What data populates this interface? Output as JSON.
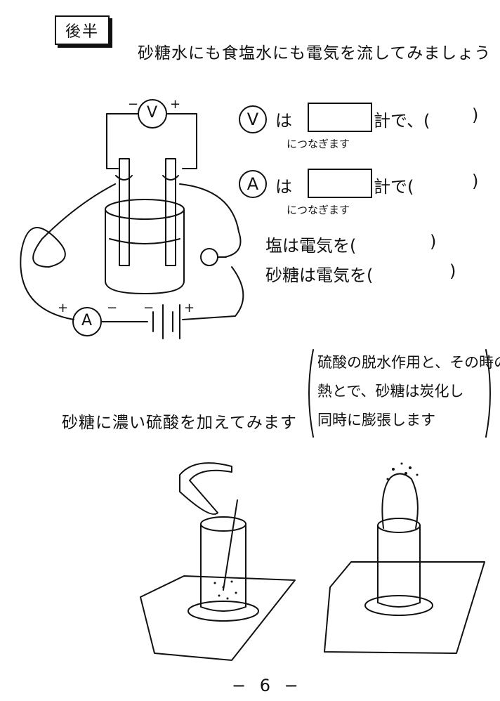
{
  "section_label": "後半",
  "title": "砂糖水にも食塩水にも電気を流してみましょう",
  "circuit": {
    "voltmeter_symbol": "V",
    "ammeter_symbol": "A",
    "minus": "−",
    "plus": "+"
  },
  "questions": [
    {
      "symbol": "V",
      "text_is": "は",
      "text_meter": "計で、(",
      "close": ")",
      "connect": "につなぎます"
    },
    {
      "symbol": "A",
      "text_is": "は",
      "text_meter": "計で(",
      "close": ")",
      "connect": "につなぎます"
    }
  ],
  "electricity": [
    {
      "text": "塩は電気を(",
      "close": ")"
    },
    {
      "text": "砂糖は電気を(",
      "close": ")"
    }
  ],
  "sulfuric_intro": "砂糖に濃い硫酸を加えてみます",
  "note_lines": [
    "硫酸の脱水作用と、その時の",
    "熱とで、砂糖は炭化し",
    "同時に膨張します"
  ],
  "page_number": "− 6 −"
}
